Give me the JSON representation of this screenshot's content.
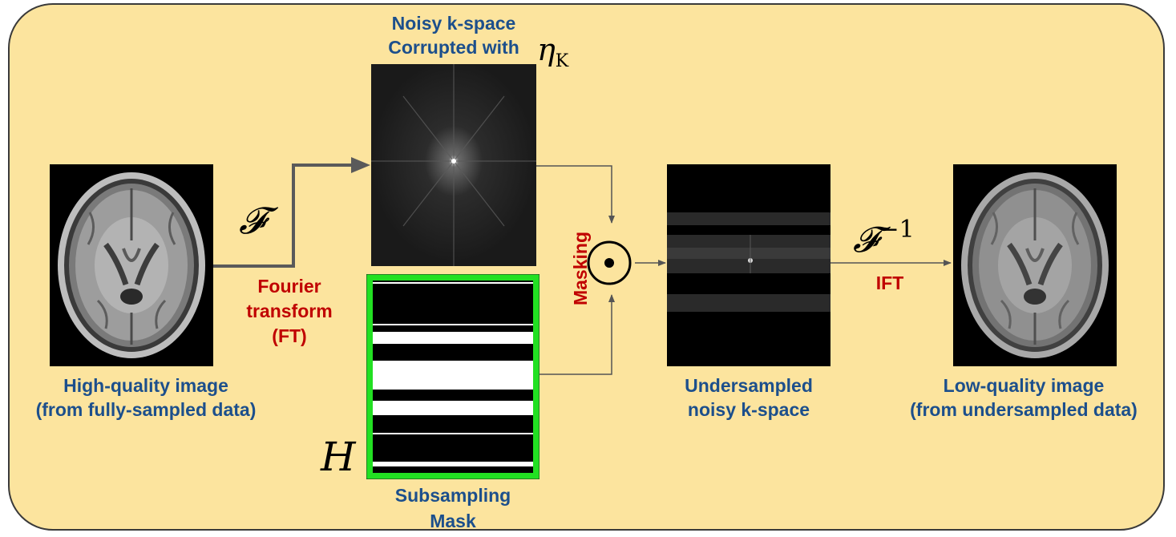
{
  "colors": {
    "background": "#fce49e",
    "label_blue": "#1c4f8c",
    "label_red": "#c00000",
    "mask_border": "#22e022",
    "arrow": "#555555"
  },
  "labels": {
    "input_image_line1": "High-quality image",
    "input_image_line2": "(from fully-sampled data)",
    "fourier_line1": "Fourier",
    "fourier_line2": "transform",
    "fourier_line3": "(FT)",
    "noisy_kspace_line1": "Noisy k-space",
    "noisy_kspace_line2": "Corrupted with",
    "mask_line1": "Subsampling",
    "mask_line2": "Mask",
    "masking": "Masking",
    "undersampled_line1": "Undersampled",
    "undersampled_line2": "noisy k-space",
    "ift": "IFT",
    "output_image_line1": "Low-quality image",
    "output_image_line2": "(from undersampled data)"
  },
  "math": {
    "forward_transform": "𝓕",
    "inverse_transform": "𝓕",
    "inverse_exponent": "−1",
    "noise_symbol": "η",
    "noise_subscript": "K",
    "mask_symbol": "H",
    "hadamard_operator": "⊙"
  }
}
